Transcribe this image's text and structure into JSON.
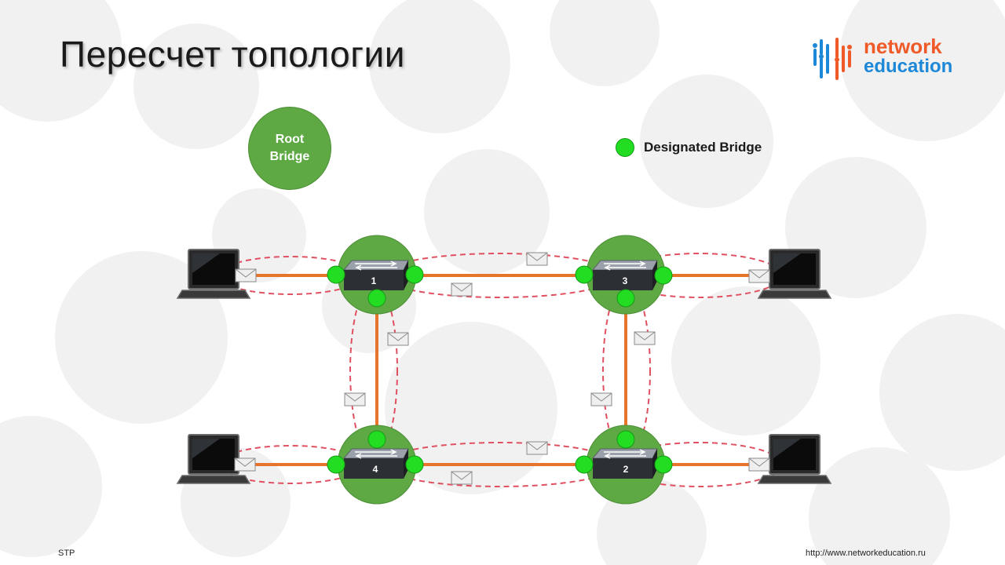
{
  "slide": {
    "title": "Пересчет топологии",
    "footer_left": "STP",
    "footer_right": "http://www.networkeducation.ru"
  },
  "logo": {
    "line1": "network",
    "line2": "education",
    "colors": {
      "orange": "#f05a28",
      "blue": "#1e88d8"
    }
  },
  "root_bridge": {
    "line1": "Root",
    "line2": "Bridge",
    "color": "#5ea944"
  },
  "legend": {
    "label": "Designated Bridge",
    "dot_color": "#22dd22"
  },
  "switches": [
    {
      "id": "1",
      "label": "1"
    },
    {
      "id": "3",
      "label": "3"
    },
    {
      "id": "4",
      "label": "4"
    },
    {
      "id": "2",
      "label": "2"
    }
  ],
  "links": [
    {
      "from": "pc-top-left",
      "to": "1"
    },
    {
      "from": "1",
      "to": "3"
    },
    {
      "from": "3",
      "to": "pc-top-right"
    },
    {
      "from": "1",
      "to": "4"
    },
    {
      "from": "3",
      "to": "2"
    },
    {
      "from": "pc-bottom-left",
      "to": "4"
    },
    {
      "from": "4",
      "to": "2"
    },
    {
      "from": "2",
      "to": "pc-bottom-right"
    }
  ],
  "colors": {
    "link": "#e8732a",
    "switch_circle": "#5ea944",
    "port_dot": "#22dd22",
    "dashed_loop": "#e05060"
  }
}
